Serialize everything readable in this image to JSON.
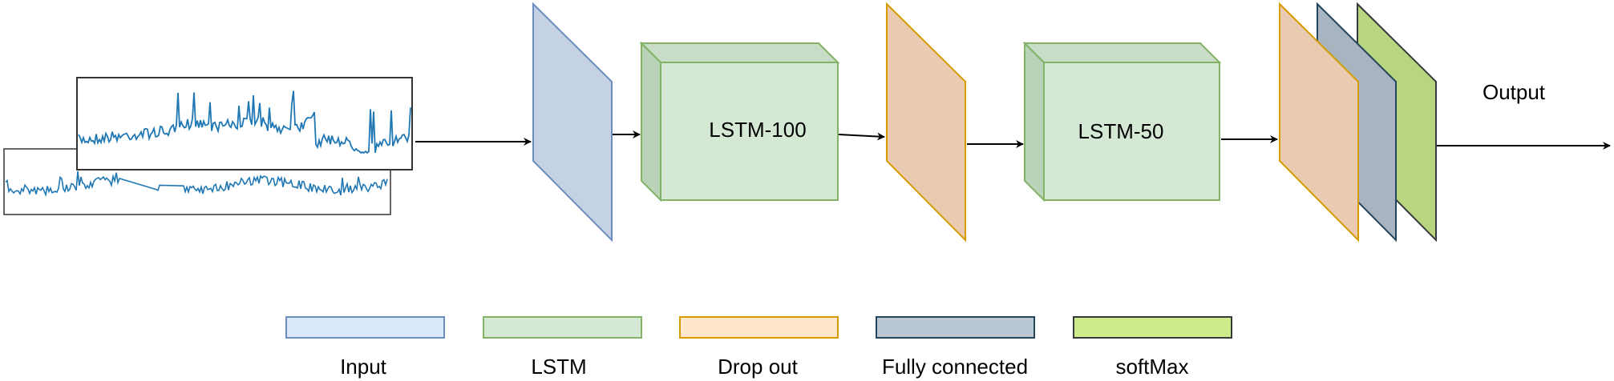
{
  "blocks": {
    "lstm_100": "LSTM-100",
    "lstm_50": "LSTM-50",
    "output": "Output"
  },
  "legend": [
    {
      "label": "Input",
      "fill": "#dae8fc",
      "stroke": "#6c8ebf"
    },
    {
      "label": "LSTM",
      "fill": "#d5e8d4",
      "stroke": "#82b366"
    },
    {
      "label": "Drop out",
      "fill": "#ffe6cc",
      "stroke": "#d79b00"
    },
    {
      "label": "Fully connected",
      "fill": "#bac8d3",
      "stroke": "#23445d"
    },
    {
      "label": "softMax",
      "fill": "#cdeb8b",
      "stroke": "#36393d"
    }
  ],
  "colors": {
    "input_layer": "#c5d1e4",
    "input_stroke": "#6c8ebf",
    "lstm_front": "#d5e8d4",
    "lstm_side": "#b9d3b8",
    "lstm_stroke": "#82b366",
    "dropout": "#e8cbb0",
    "dropout_stroke": "#d79b00",
    "fully_connected": "#a8b4bf",
    "fc_stroke": "#23445d",
    "softmax": "#b9d580",
    "softmax_stroke": "#36393d",
    "signal": "#1f77b4"
  }
}
